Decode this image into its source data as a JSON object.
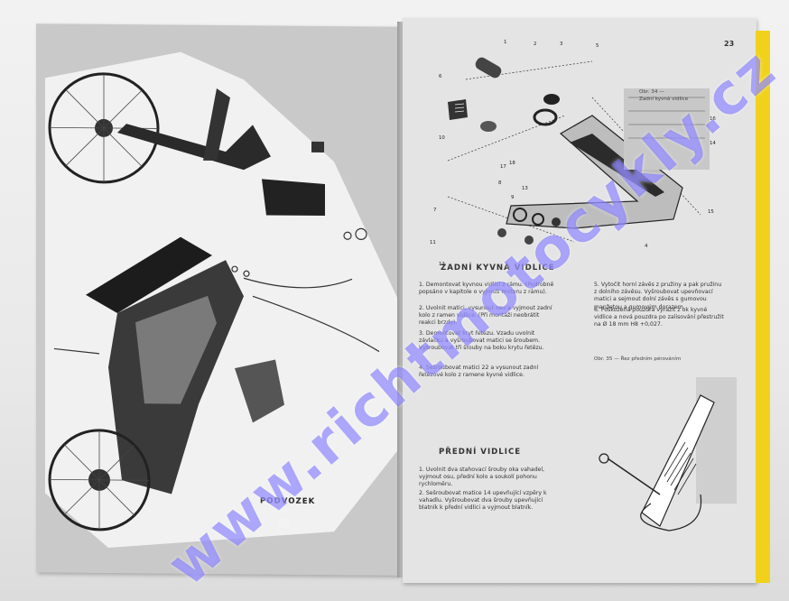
{
  "page_number": "23",
  "left_page": {
    "section_label": "PODVOZEK"
  },
  "figure_34_caption": "Obr. 34 —\nZadní kyvná vidlice",
  "figure_35_caption": "Obr. 35 — Řez předním pérováním",
  "rear_fork": {
    "heading": "ZADNÍ KYVNÁ VIDLICE",
    "steps": [
      "1. Demontovat kyvnou vidlici z rámu. (Podrobně popsáno v kapitole o vyjmutí motoru z rámu).",
      "2. Uvolnit matici, vysunout osu a vyjmout zadní kolo z ramen vidlice. (Při montáži neobrátit reakci brzdy).",
      "3. Demontovat kryt řetězu. Vzadu uvolnit závlačku a vyšroubovat matici se šroubem. Vyšroubovat tři šrouby na boku krytu řetězu.",
      "4. Sešroubovat matici 22 a vysunout zadní řetězové kolo z ramene kyvné vidlice.",
      "5. Vytočit horní závěs z pružiny a pak pružinu z dolního závěsu. Vyšroubovat upevňovací matici a sejmout dolní závěs s gumovou manžetou a gumovým dorazem.",
      "6. Poškozená pouzdra vyrazit z ok kyvné vidlice a nová pouzdra po zalisování přestružit na Ø 18 mm H8 +0,027."
    ]
  },
  "front_fork": {
    "heading": "PŘEDNÍ VIDLICE",
    "steps": [
      "1. Uvolnit dva stahovací šrouby oka vahadel, vyjmout osu, přední kolo a soukolí pohonu rychloměru.",
      "2. Sešroubovat matice 14 upevňující vzpěry k vahadlu. Vyšroubovat dva šrouby upevňující blatník k přední vidlici a vyjmout blatník."
    ]
  },
  "callouts": [
    "1",
    "2",
    "3",
    "4",
    "5",
    "6",
    "7",
    "8",
    "9",
    "10",
    "11",
    "12",
    "13",
    "14",
    "15",
    "16",
    "17",
    "18"
  ],
  "watermark": "www.richtmotocykly.cz",
  "colors": {
    "page": "#e4e4e4",
    "ink": "#333333",
    "edge": "#f0d21c",
    "watermark": "#6e64ff"
  }
}
